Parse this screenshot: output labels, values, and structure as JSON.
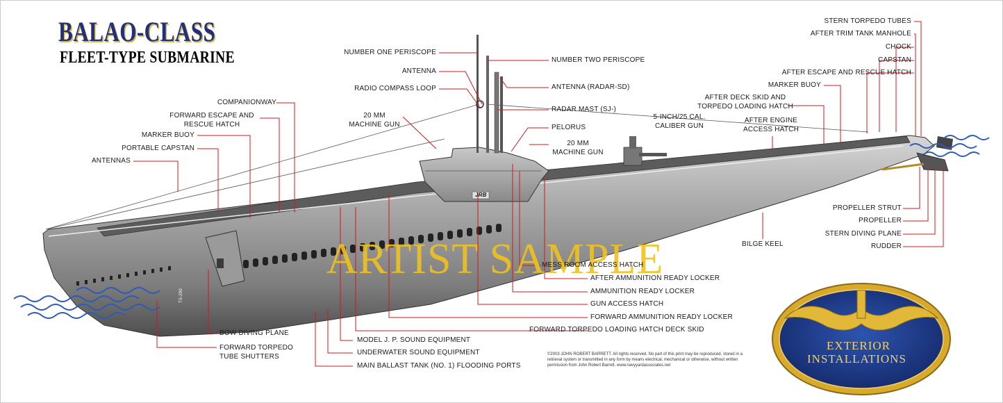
{
  "title": {
    "line1": "BALAO-CLASS",
    "line2": "FLEET-TYPE SUBMARINE"
  },
  "watermark": "ARTIST SAMPLE",
  "hull_markings": {
    "sail": "JRB",
    "bow": "TS-290"
  },
  "badge": {
    "line1": "EXTERIOR",
    "line2": "INSTALLATIONS"
  },
  "copyright": "©2003 JOHN ROBERT BARRETT.  All rights reserved. No part of this print may be reproduced, stored in a retrieval system or transmitted in any form by means electrical, mechanical or otherwise, without written permission from John Robert Barrett. www.navyyardassociates.net",
  "labels": {
    "number_one_periscope": "NUMBER ONE PERISCOPE",
    "number_two_periscope": "NUMBER TWO PERISCOPE",
    "antenna": "ANTENNA",
    "antenna_radar_sd": "ANTENNA (RADAR-SD)",
    "radio_compass_loop": "RADIO COMPASS LOOP",
    "radar_mast_sj": "RADAR MAST (SJ-)",
    "mg_20mm_fwd": "20 MM\nMACHINE GUN",
    "pelorus": "PELORUS",
    "mg_20mm_aft": "20 MM\nMACHINE GUN",
    "deck_gun": "5-INCH/25 CAL.\nCALIBER GUN",
    "companionway": "COMPANIONWAY",
    "fwd_escape_hatch": "FORWARD ESCAPE AND\nRESCUE HATCH",
    "marker_buoy_fwd": "MARKER BUOY",
    "portable_capstan": "PORTABLE CAPSTAN",
    "antennas": "ANTENNAS",
    "stern_torpedo_tubes": "STERN TORPEDO TUBES",
    "after_trim_tank_manhole": "AFTER TRIM TANK MANHOLE",
    "chock": "CHOCK",
    "capstan": "CAPSTAN",
    "after_escape_hatch": "AFTER ESCAPE AND RESCUE HATCH",
    "marker_buoy_aft": "MARKER BUOY",
    "after_deck_skid": "AFTER DECK SKID AND\nTORPEDO LOADING HATCH",
    "after_engine_hatch": "AFTER ENGINE\nACCESS HATCH",
    "propeller_strut": "PROPELLER STRUT",
    "propeller": "PROPELLER",
    "stern_diving_plane": "STERN DIVING PLANE",
    "rudder": "RUDDER",
    "bilge_keel": "BILGE KEEL",
    "mess_room_hatch": "MESS ROOM ACCESS HATCH",
    "after_ammo_locker": "AFTER AMMUNITION READY LOCKER",
    "ammo_locker": "AMMUNITION READY LOCKER",
    "gun_access_hatch": "GUN ACCESS HATCH",
    "fwd_ammo_locker": "FORWARD AMMUNITION READY LOCKER",
    "fwd_torpedo_skid": "FORWARD TORPEDO LOADING HATCH DECK SKID",
    "bow_diving_plane": "BOW DIVING PLANE",
    "fwd_torpedo_shutters": "FORWARD TORPEDO\nTUBE SHUTTERS",
    "jp_sound": "MODEL J. P. SOUND EQUIPMENT",
    "underwater_sound": "UNDERWATER SOUND EQUIPMENT",
    "ballast_flooding_ports": "MAIN BALLAST TANK (NO. 1) FLOODING PORTS"
  },
  "colors": {
    "leader": "#d01818",
    "hull": "#8a8a8a",
    "deck": "#5e5e5e",
    "badge_blue": "#1e3c8c",
    "badge_gold": "#d8a92a",
    "water": "#3a64b8",
    "title_blue": "#22307a"
  }
}
